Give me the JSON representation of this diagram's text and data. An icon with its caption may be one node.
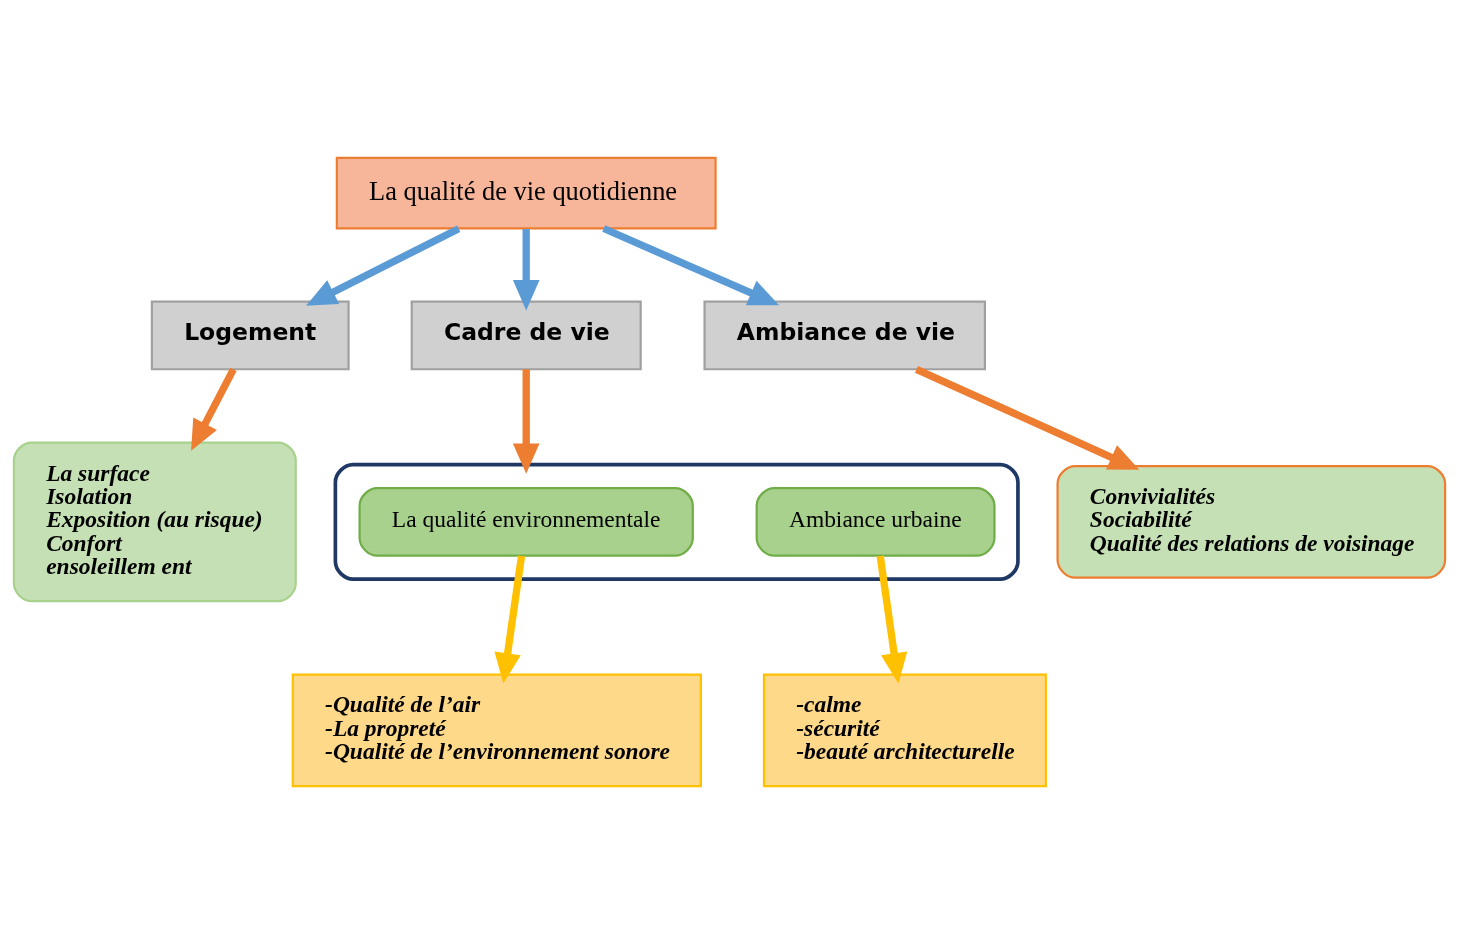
{
  "diagram": {
    "nodes": [
      {
        "text": [
          "La qualité de vie quotidienne"
        ]
      },
      {
        "text": [
          "Logement"
        ]
      },
      {
        "text": [
          "Cadre de vie"
        ]
      },
      {
        "text": [
          "Ambiance de vie"
        ]
      },
      {
        "text": [
          "La surface",
          "Isolation",
          "Exposition (au risque)",
          "Confort",
          "ensoleillem ent"
        ]
      },
      {
        "text": [],
        "shape": "box"
      },
      {
        "text": [
          "La qualité environnementale"
        ],
        "in": 5
      },
      {
        "text": [
          "Ambiance urbaine"
        ],
        "in": 5
      },
      {
        "text": [
          "-Qualité de l’air",
          "-La propreté",
          "-Qualité de l’environnement sonore"
        ]
      },
      {
        "text": [
          "-calme",
          "-sécurité",
          "-beauté architecturelle"
        ]
      },
      {
        "text": [
          "Convivialités",
          "Sociabilité",
          "Qualité des relations de voisinage"
        ]
      }
    ],
    "edges": [
      {
        "from": 0,
        "to": 1,
        "arrow": "to",
        "color": "#5b9bd5"
      },
      {
        "from": 0,
        "to": 2,
        "arrow": "to",
        "color": "#5b9bd5"
      },
      {
        "from": 0,
        "to": 3,
        "arrow": "to",
        "color": "#5b9bd5"
      },
      {
        "from": 1,
        "to": 4,
        "arrow": "to",
        "color": "#ed7d31"
      },
      {
        "from": 2,
        "to": 5,
        "arrow": "to",
        "color": "#ed7d31"
      },
      {
        "from": 3,
        "to": 10,
        "arrow": "to",
        "color": "#ed7d31"
      },
      {
        "from": 6,
        "to": 8,
        "arrow": "to",
        "color": "#ffc000"
      },
      {
        "from": 7,
        "to": 9,
        "arrow": "to",
        "color": "#ffc000"
      }
    ]
  }
}
